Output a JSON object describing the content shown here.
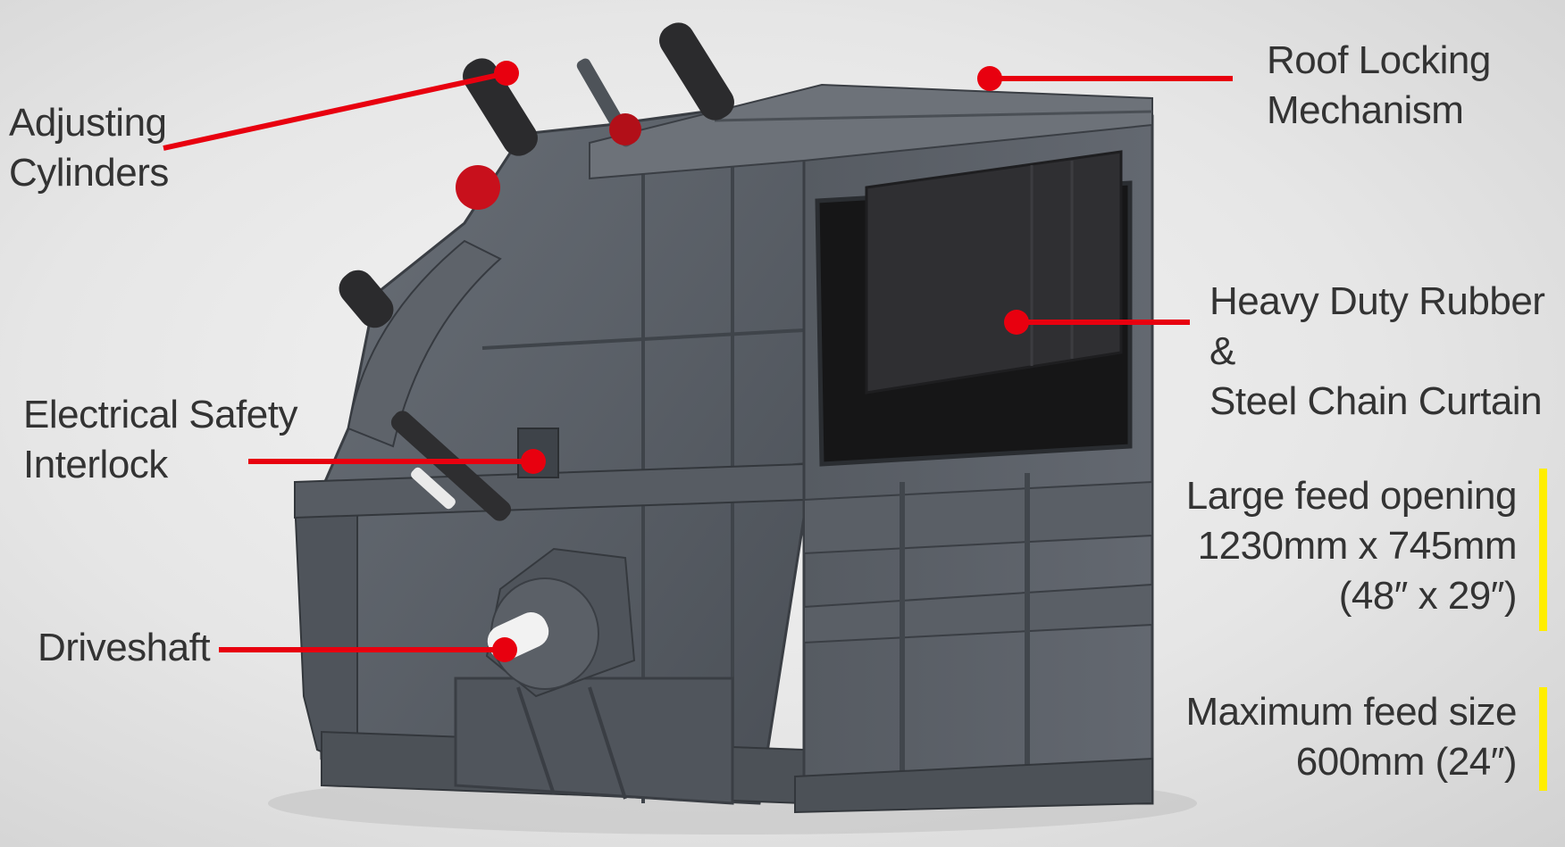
{
  "callouts": {
    "adjusting_cylinders": [
      "Adjusting",
      "Cylinders"
    ],
    "roof_locking": [
      "Roof Locking",
      "Mechanism"
    ],
    "curtain": [
      "Heavy Duty Rubber &",
      "Steel Chain Curtain"
    ],
    "electrical_interlock": [
      "Electrical Safety",
      "Interlock"
    ],
    "driveshaft": [
      "Driveshaft"
    ]
  },
  "specs": {
    "feed_opening": [
      "Large feed opening",
      "1230mm x 745mm",
      "(48″ x 29″)"
    ],
    "max_feed": [
      "Maximum feed size",
      "600mm (24″)"
    ]
  },
  "colors": {
    "leader": "#e8000f",
    "spec_bar": "#ffee00",
    "machine": "#5b6068",
    "machine_dark": "#3f444b",
    "curtain": "#2e2e31"
  }
}
